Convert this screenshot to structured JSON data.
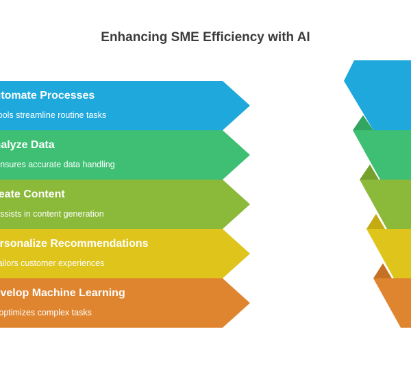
{
  "title": "Enhancing SME Efficiency with AI",
  "steps": [
    {
      "heading": "Automate Processes",
      "description": "AI tools streamline routine tasks",
      "color": "#1ea8dc",
      "shade": "#1690bd"
    },
    {
      "heading": "Analyze Data",
      "description": "AI ensures accurate data handling",
      "color": "#3fbf74",
      "shade": "#32a561"
    },
    {
      "heading": "Create Content",
      "description": "AI assists in content generation",
      "color": "#8bb93a",
      "shade": "#75a02c"
    },
    {
      "heading": "Personalize Recommendations",
      "description": "AI tailors customer experiences",
      "color": "#dfc41b",
      "shade": "#c4ab12"
    },
    {
      "heading": "Develop Machine Learning",
      "description": "ML optimizes complex tasks",
      "color": "#e0852f",
      "shade": "#c47126"
    }
  ]
}
